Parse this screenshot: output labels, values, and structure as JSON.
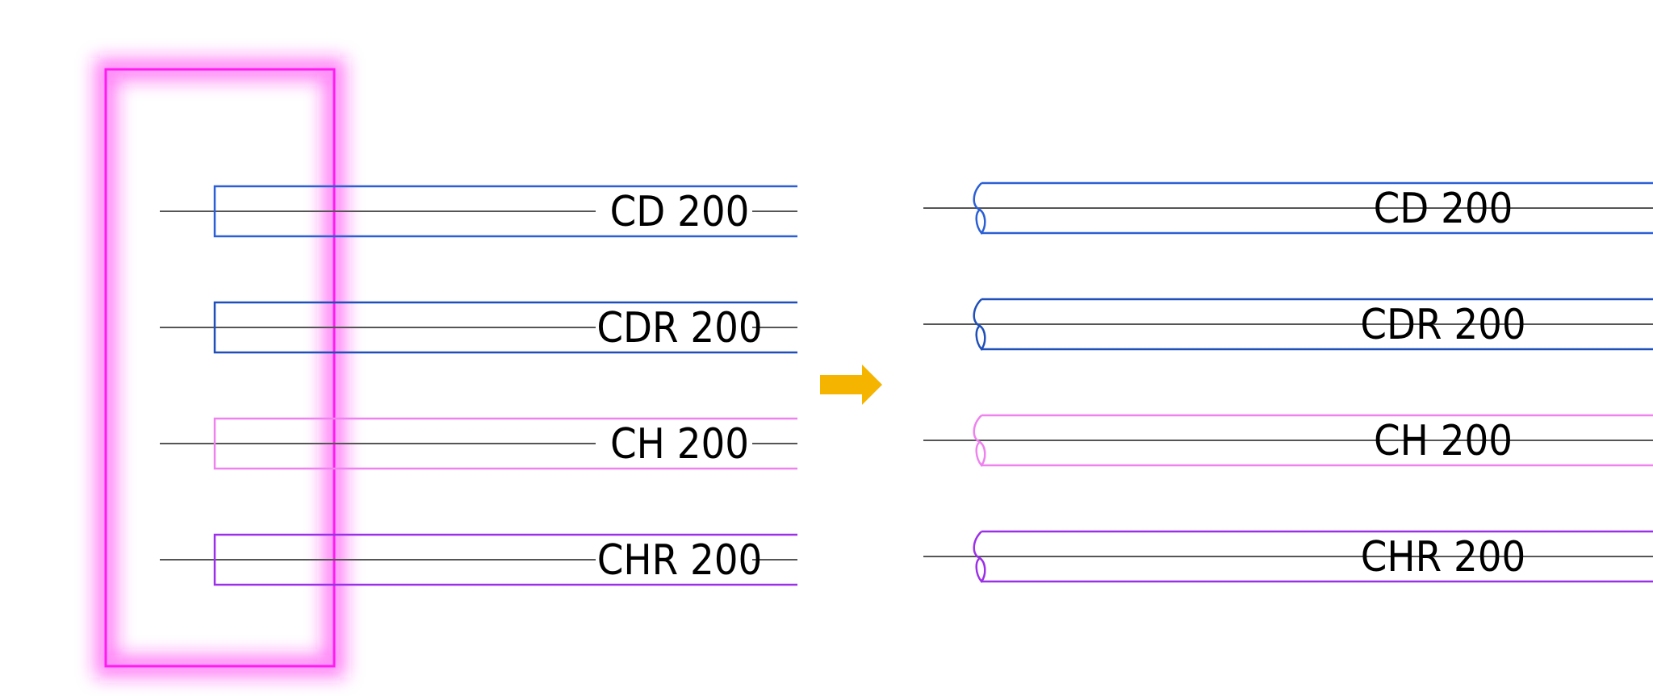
{
  "colors": {
    "background": "#ffffff",
    "selection_box": "#ff1cf0",
    "arrow": "#f5b400",
    "centerline": "#555555",
    "label_text": "#000000"
  },
  "selection_box": {
    "icon": "selection-rectangle",
    "glow": true
  },
  "arrow": {
    "icon": "right-arrow-icon"
  },
  "before": {
    "end_style": "square",
    "pipes": [
      {
        "id": "cd",
        "label": "CD 200",
        "color": "#2a5fd6"
      },
      {
        "id": "cdr",
        "label": "CDR 200",
        "color": "#1f4fb8"
      },
      {
        "id": "ch",
        "label": "CH 200",
        "color": "#ee82ee"
      },
      {
        "id": "chr",
        "label": "CHR 200",
        "color": "#9b30e8"
      }
    ]
  },
  "after": {
    "end_style": "break",
    "pipes": [
      {
        "id": "cd",
        "label": "CD 200",
        "color": "#2a5fd6"
      },
      {
        "id": "cdr",
        "label": "CDR 200",
        "color": "#1f4fb8"
      },
      {
        "id": "ch",
        "label": "CH 200",
        "color": "#ee82ee"
      },
      {
        "id": "chr",
        "label": "CHR 200",
        "color": "#9b30e8"
      }
    ]
  }
}
